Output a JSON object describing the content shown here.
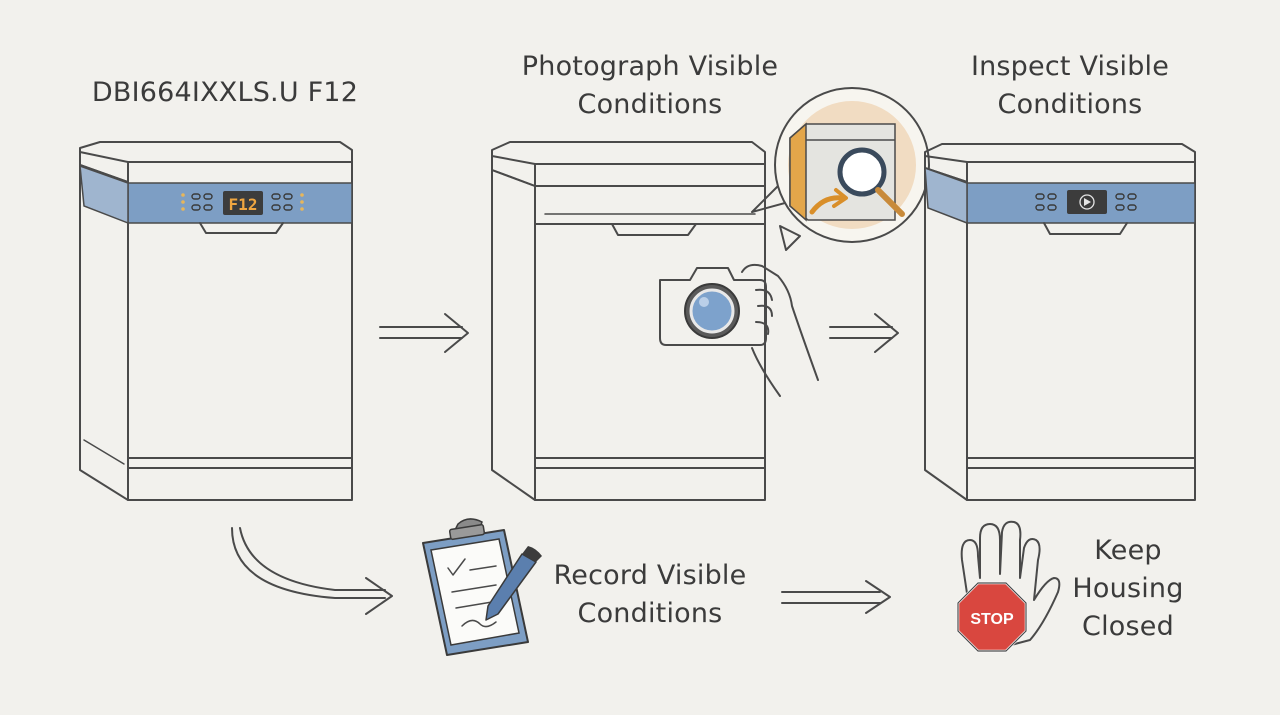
{
  "labels": {
    "model": "DBI664IXXLS.U F12",
    "photograph": [
      "Photograph Visible",
      "Conditions"
    ],
    "inspect": [
      "Inspect Visible",
      "Conditions"
    ],
    "record": [
      "Record Visible",
      "Conditions"
    ],
    "keep": [
      "Keep",
      "Housing",
      "Closed"
    ]
  },
  "display": {
    "error_code": "F12",
    "stop_sign": "STOP"
  },
  "icons": {
    "camera": "camera-icon",
    "magnifier": "magnifier-icon",
    "clipboard": "clipboard-icon",
    "stop_hand": "stop-hand-icon"
  },
  "colors": {
    "background": "#f2f1ed",
    "panel_blue": "#7d9ec4",
    "display_orange": "#e3a64a",
    "stop_red": "#d9473f",
    "line": "#4a4a4a"
  }
}
